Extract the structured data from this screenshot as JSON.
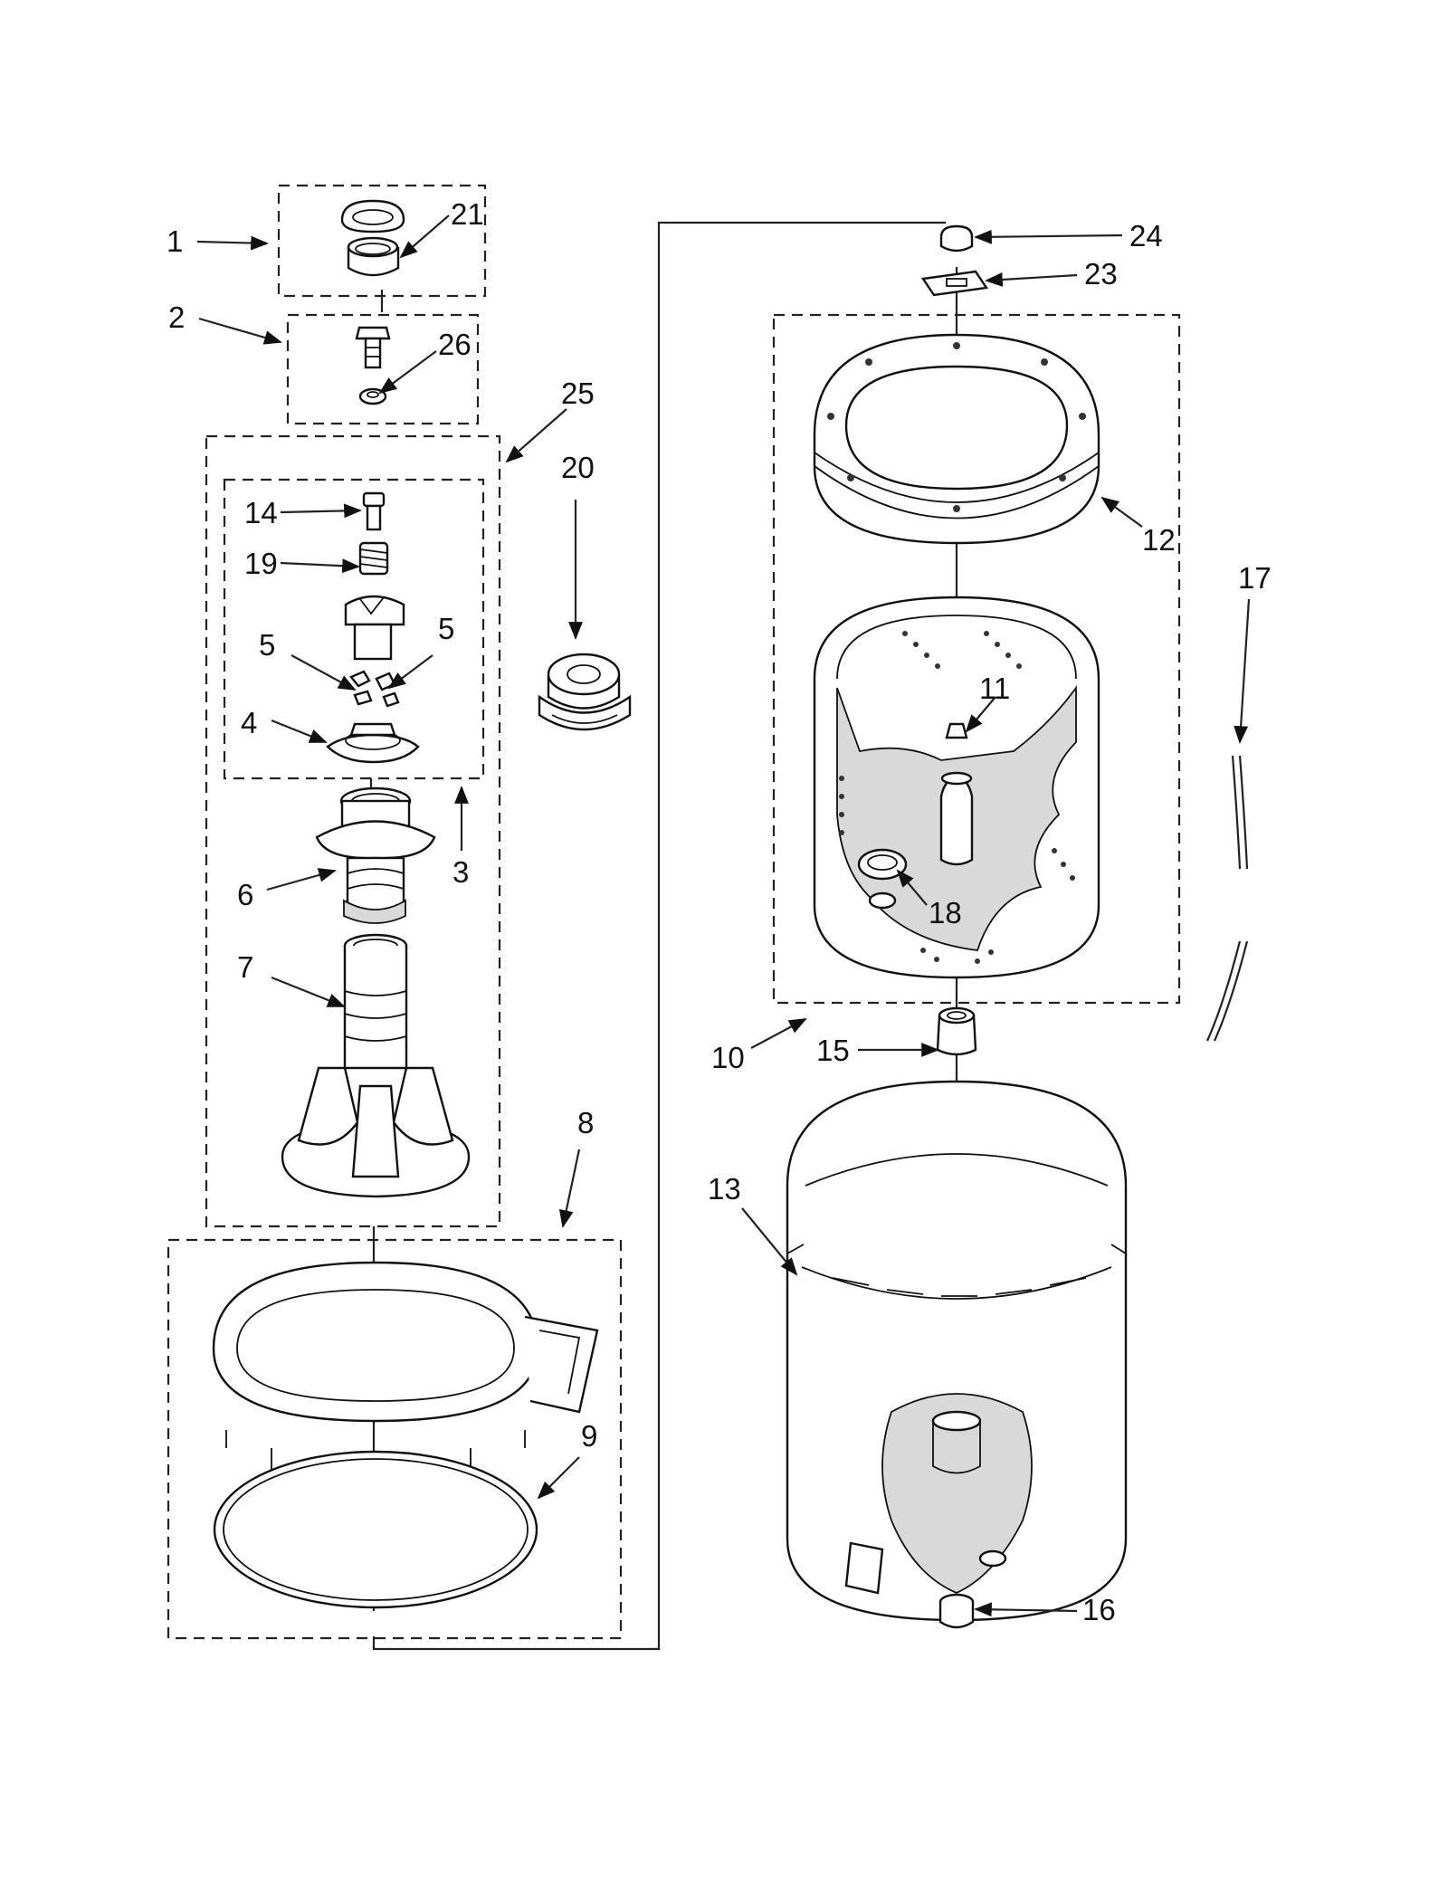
{
  "diagram": {
    "labels": {
      "l1": "1",
      "l2": "2",
      "l3": "3",
      "l4": "4",
      "l5a": "5",
      "l5b": "5",
      "l6": "6",
      "l7": "7",
      "l8": "8",
      "l9": "9",
      "l10": "10",
      "l11": "11",
      "l12": "12",
      "l13": "13",
      "l14": "14",
      "l15": "15",
      "l16": "16",
      "l17": "17",
      "l18": "18",
      "l19": "19",
      "l20": "20",
      "l21": "21",
      "l23": "23",
      "l24": "24",
      "l25": "25",
      "l26": "26"
    }
  }
}
